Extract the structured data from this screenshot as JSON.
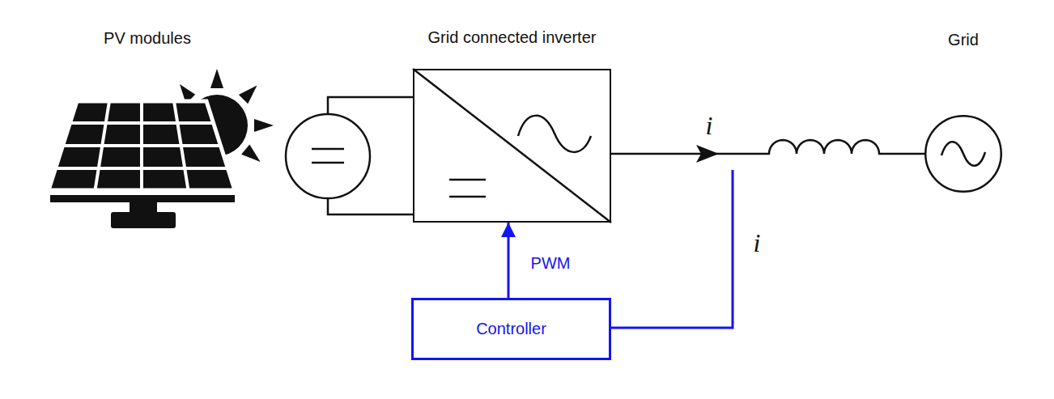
{
  "diagram": {
    "nodes": [
      {
        "text": [
          "Grid connected inverter"
        ]
      },
      {
        "text": [
          "Grid"
        ]
      },
      {
        "text": [
          "Controller"
        ]
      }
    ],
    "edges": [
      {
        "from": 0,
        "to": 1,
        "arrow": "none",
        "label": "i"
      },
      {
        "from": 2,
        "to": 0,
        "arrow": "to",
        "label": "PWM"
      }
    ],
    "labels": [
      "PV modules",
      "i"
    ]
  }
}
